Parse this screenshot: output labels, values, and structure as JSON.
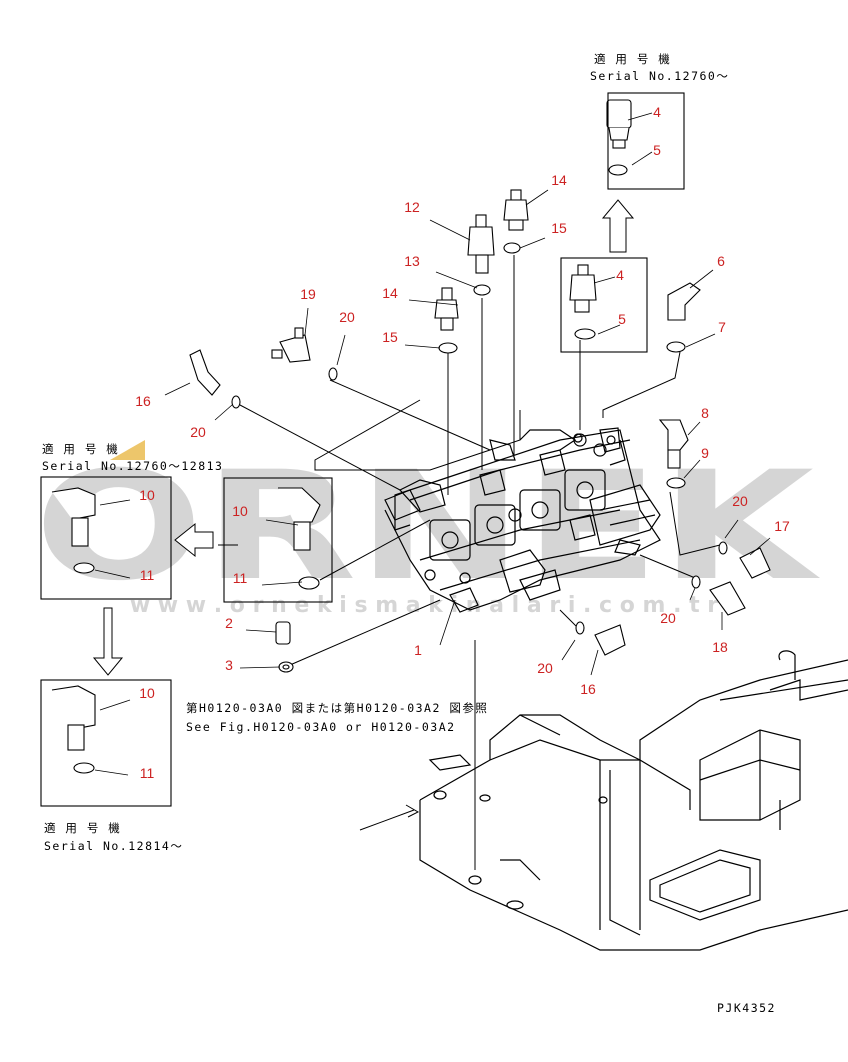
{
  "diagram": {
    "label_color": "#cc2222",
    "ink_color": "#000000",
    "watermark": {
      "logo_text": "ORNEK",
      "url_text": "w w w . o r n e k i s m a k i n a l a r i . c o m . t r",
      "color": "#c8c8c8"
    },
    "notes": {
      "top_right_title": "適 用 号 機",
      "top_right_serial": "Serial No.12760～",
      "left_upper_title": "適 用 号 機",
      "left_upper_serial": "Serial No.12760～12813",
      "left_lower_title": "適 用 号 機",
      "left_lower_serial": "Serial No.12814～",
      "fig_ref_jp": "第H0120-03A0 図または第H0120-03A2 図参照",
      "fig_ref_en": "See Fig.H0120-03A0 or H0120-03A2",
      "drawing_code": "PJK4352"
    },
    "callouts": [
      {
        "id": "c4a",
        "text": "4"
      },
      {
        "id": "c5a",
        "text": "5"
      },
      {
        "id": "c14a",
        "text": "14"
      },
      {
        "id": "c12",
        "text": "12"
      },
      {
        "id": "c15a",
        "text": "15"
      },
      {
        "id": "c13",
        "text": "13"
      },
      {
        "id": "c4b",
        "text": "4"
      },
      {
        "id": "c6",
        "text": "6"
      },
      {
        "id": "c19",
        "text": "19"
      },
      {
        "id": "c14b",
        "text": "14"
      },
      {
        "id": "c20a",
        "text": "20"
      },
      {
        "id": "c5b",
        "text": "5"
      },
      {
        "id": "c15b",
        "text": "15"
      },
      {
        "id": "c7",
        "text": "7"
      },
      {
        "id": "c16a",
        "text": "16"
      },
      {
        "id": "c20b",
        "text": "20"
      },
      {
        "id": "c8",
        "text": "8"
      },
      {
        "id": "c9",
        "text": "9"
      },
      {
        "id": "c10a",
        "text": "10"
      },
      {
        "id": "c10b",
        "text": "10"
      },
      {
        "id": "c20c",
        "text": "20"
      },
      {
        "id": "c17",
        "text": "17"
      },
      {
        "id": "c11a",
        "text": "11"
      },
      {
        "id": "c11b",
        "text": "11"
      },
      {
        "id": "c2",
        "text": "2"
      },
      {
        "id": "c20d",
        "text": "20"
      },
      {
        "id": "c1",
        "text": "1"
      },
      {
        "id": "c3",
        "text": "3"
      },
      {
        "id": "c18",
        "text": "18"
      },
      {
        "id": "c20e",
        "text": "20"
      },
      {
        "id": "c16b",
        "text": "16"
      },
      {
        "id": "c10c",
        "text": "10"
      },
      {
        "id": "c11c",
        "text": "11"
      }
    ]
  }
}
